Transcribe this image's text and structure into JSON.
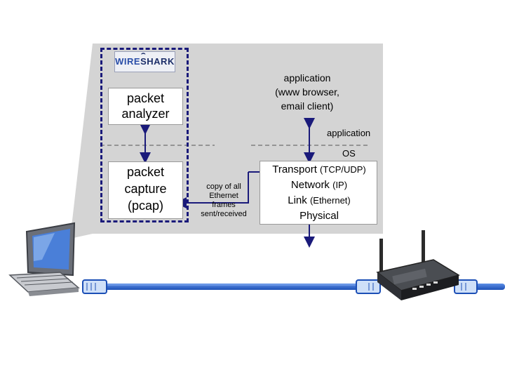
{
  "analyzer": {
    "logo_prefix": "WIRE",
    "logo_suffix": "SHARK",
    "packet_analyzer": [
      "packet",
      "analyzer"
    ],
    "packet_capture": [
      "packet",
      "capture",
      "(pcap)"
    ]
  },
  "copy_note": [
    "copy of all",
    "Ethernet",
    "frames",
    "sent/received"
  ],
  "application_box": [
    "application",
    "(www browser,",
    "email client)"
  ],
  "layer_labels": {
    "application": "application",
    "os": "OS"
  },
  "protocol_stack": [
    {
      "main": "Transport",
      "sub": "(TCP/UDP)"
    },
    {
      "main": "Network",
      "sub": "(IP)"
    },
    {
      "main": "Link",
      "sub": "(Ethernet)"
    },
    {
      "main": "Physical",
      "sub": ""
    }
  ],
  "icons": [
    "computer-icon",
    "router-icon",
    "ethernet-cable-icon",
    "rj45-plug-icon",
    "wireshark-fin-icon"
  ],
  "colors": {
    "arrow": "#1a1a7a",
    "cable": "#1f5fcf",
    "panel": "#d4d4d4"
  }
}
